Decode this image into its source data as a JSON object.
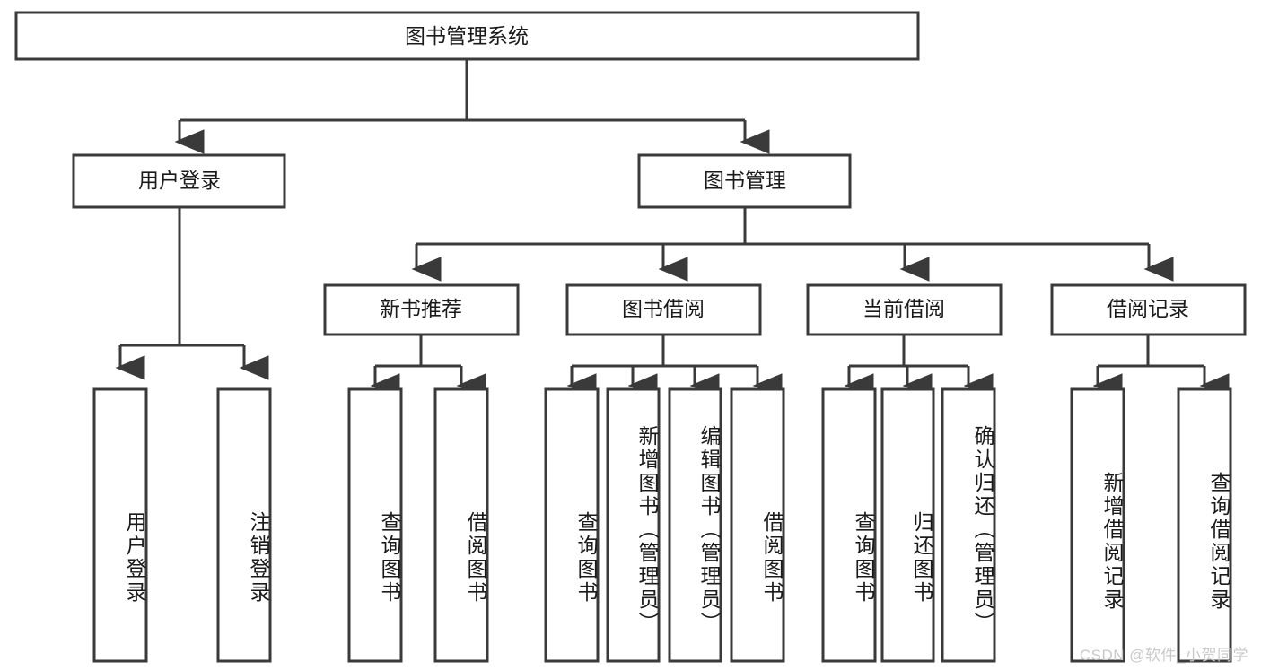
{
  "diagram": {
    "type": "tree-hierarchy",
    "title": "图书管理系统",
    "watermark": "CSDN @软件_小贺同学",
    "colors": {
      "box_fill": "#ffffff",
      "box_stroke": "#3a3a3a",
      "text": "#1a1a1a",
      "watermark": "#c9c9c9"
    },
    "levels": [
      {
        "level": 1,
        "nodes": [
          {
            "id": "root",
            "label": "图书管理系统",
            "orientation": "horizontal"
          }
        ]
      },
      {
        "level": 2,
        "nodes": [
          {
            "id": "login",
            "label": "用户登录",
            "orientation": "horizontal",
            "parent": "root"
          },
          {
            "id": "bookmgmt",
            "label": "图书管理",
            "orientation": "horizontal",
            "parent": "root"
          }
        ]
      },
      {
        "level": 3,
        "nodes": [
          {
            "id": "newbook",
            "label": "新书推荐",
            "orientation": "horizontal",
            "parent": "bookmgmt"
          },
          {
            "id": "borrow",
            "label": "图书借阅",
            "orientation": "horizontal",
            "parent": "bookmgmt"
          },
          {
            "id": "current",
            "label": "当前借阅",
            "orientation": "horizontal",
            "parent": "bookmgmt"
          },
          {
            "id": "record",
            "label": "借阅记录",
            "orientation": "horizontal",
            "parent": "bookmgmt"
          }
        ]
      },
      {
        "level": 4,
        "nodes": [
          {
            "id": "leaf1",
            "label": "用户登录",
            "orientation": "vertical",
            "parent": "login"
          },
          {
            "id": "leaf2",
            "label": "注销登录",
            "orientation": "vertical",
            "parent": "login"
          },
          {
            "id": "leaf3",
            "label": "查询图书",
            "orientation": "vertical",
            "parent": "newbook"
          },
          {
            "id": "leaf4",
            "label": "借阅图书",
            "orientation": "vertical",
            "parent": "newbook"
          },
          {
            "id": "leaf5",
            "label": "查询图书",
            "orientation": "vertical",
            "parent": "borrow"
          },
          {
            "id": "leaf6",
            "label": "新增图书（管理员）",
            "orientation": "vertical",
            "parent": "borrow"
          },
          {
            "id": "leaf7",
            "label": "编辑图书（管理员）",
            "orientation": "vertical",
            "parent": "borrow"
          },
          {
            "id": "leaf8",
            "label": "借阅图书",
            "orientation": "vertical",
            "parent": "borrow"
          },
          {
            "id": "leaf9",
            "label": "查询图书",
            "orientation": "vertical",
            "parent": "current"
          },
          {
            "id": "leaf10",
            "label": "归还图书",
            "orientation": "vertical",
            "parent": "current"
          },
          {
            "id": "leaf11",
            "label": "确认归还（管理员）",
            "orientation": "vertical",
            "parent": "current"
          },
          {
            "id": "leaf12",
            "label": "新增借阅记录",
            "orientation": "vertical",
            "parent": "record"
          },
          {
            "id": "leaf13",
            "label": "查询借阅记录",
            "orientation": "vertical",
            "parent": "record"
          }
        ]
      }
    ]
  }
}
